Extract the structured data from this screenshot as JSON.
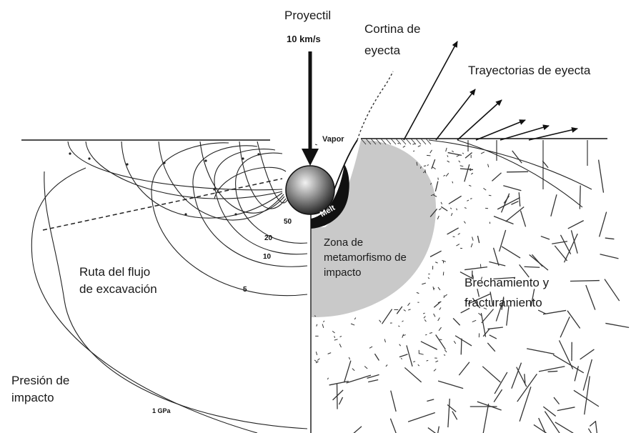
{
  "projectile": {
    "label": "Proyectil",
    "speed": "10 km/s"
  },
  "curtain": {
    "line1": "Cortina de",
    "line2": "eyecta"
  },
  "trajectories": "Trayectorias de eyecta",
  "vapor": "Vapor",
  "melt": "Melt",
  "metamorphism": {
    "line1": "Zona de",
    "line2": "metamorfismo de",
    "line3": "impacto"
  },
  "excavation": {
    "line1": "Ruta del flujo",
    "line2": "de excavación"
  },
  "brecciation": {
    "line1": "Brechamiento y",
    "line2": "fracturamiento"
  },
  "pressure": {
    "line1": "Presión de",
    "line2": "impacto"
  },
  "pressure_contours": [
    "50",
    "20",
    "10",
    "5",
    "1 GPa"
  ]
}
